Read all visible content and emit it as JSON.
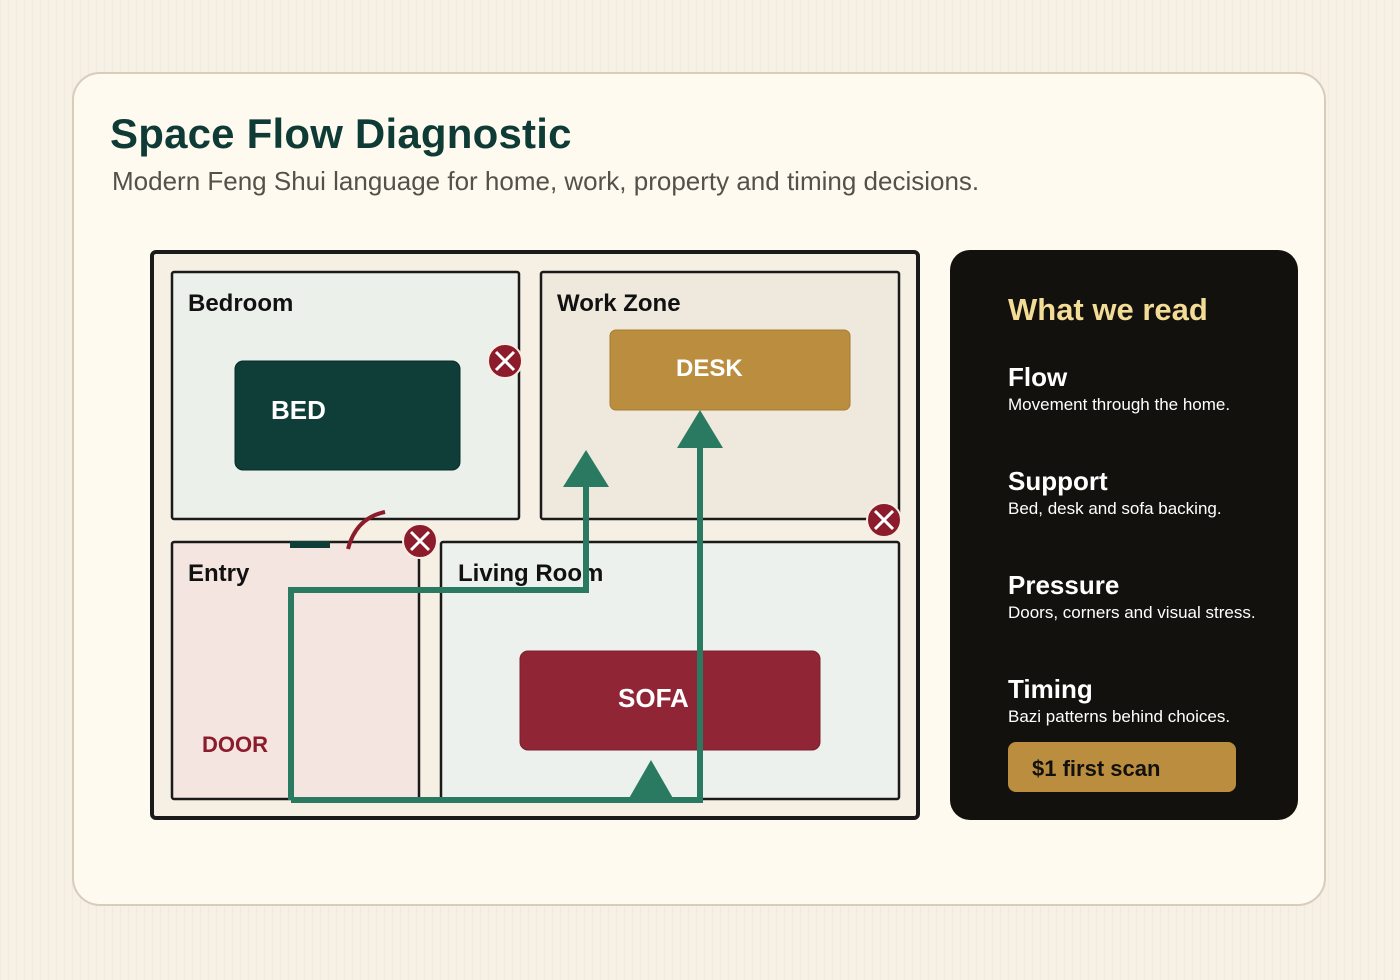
{
  "header": {
    "title": "Space Flow Diagnostic",
    "subtitle": "Modern Feng Shui language for home, work, property and timing decisions."
  },
  "plan": {
    "rooms": {
      "bedroom": "Bedroom",
      "work_zone": "Work Zone",
      "entry": "Entry",
      "living_room": "Living Room"
    },
    "furniture": {
      "bed": "BED",
      "desk": "DESK",
      "sofa": "SOFA",
      "door": "DOOR"
    },
    "colors": {
      "bedroom_fill": "#ebf0ea",
      "work_fill": "#efe8dd",
      "entry_fill": "#f4e5e1",
      "living_fill": "#edf1ed",
      "bed": "#0f3d37",
      "desk": "#bb8e3f",
      "sofa": "#8f2535",
      "flow": "#2a7a62",
      "pressure_marker": "#8c1c2b"
    }
  },
  "panel": {
    "title": "What we read",
    "items": [
      {
        "head": "Flow",
        "desc": "Movement through the home."
      },
      {
        "head": "Support",
        "desc": "Bed, desk and sofa backing."
      },
      {
        "head": "Pressure",
        "desc": "Doors, corners and visual stress."
      },
      {
        "head": "Timing",
        "desc": "Bazi patterns behind choices."
      }
    ],
    "cta": "$1 first scan"
  }
}
